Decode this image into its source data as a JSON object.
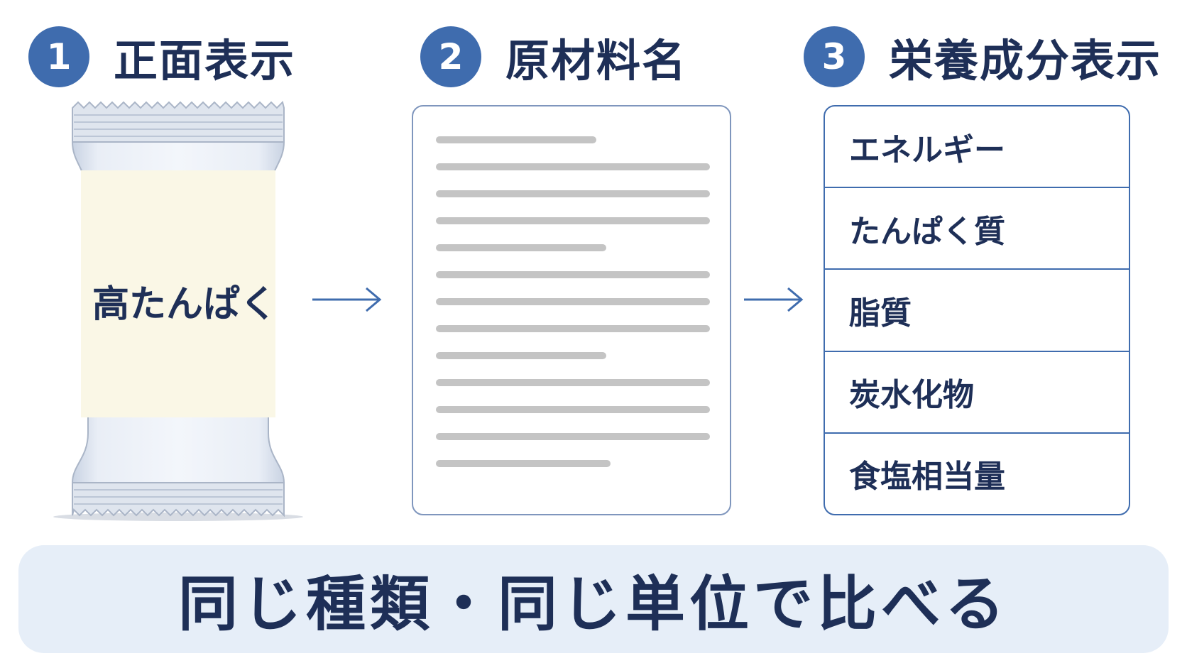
{
  "steps": [
    {
      "number": "1",
      "title": "正面表示"
    },
    {
      "number": "2",
      "title": "原材料名"
    },
    {
      "number": "3",
      "title": "栄養成分表示"
    }
  ],
  "package": {
    "label": "高たんぱく"
  },
  "nutrition_rows": [
    "エネルギー",
    "たんぱく質",
    "脂質",
    "炭水化物",
    "食塩相当量"
  ],
  "banner": {
    "text": "同じ種類・同じ単位で比べる"
  },
  "colors": {
    "accent": "#3f6cae",
    "text_dark": "#1e2f57",
    "banner_bg": "#e6eef8",
    "package_label_bg": "#faf7e6",
    "placeholder_line": "#c4c4c4"
  },
  "icons": [
    "right-arrow-icon",
    "package-icon"
  ]
}
